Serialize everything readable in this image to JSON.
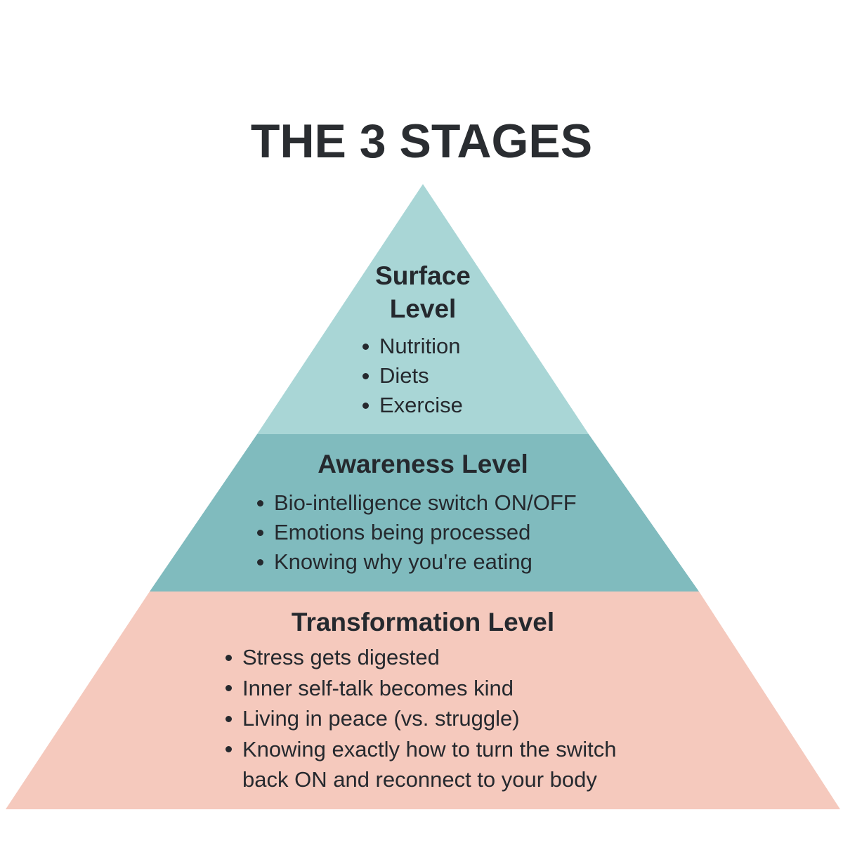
{
  "title": "THE 3 STAGES",
  "colors": {
    "surface": "#a9d6d6",
    "awareness": "#80bbbe",
    "transformation": "#f5c9bd",
    "text": "#25292e"
  },
  "levels": [
    {
      "title_line1": "Surface",
      "title_line2": "Level",
      "items": [
        "Nutrition",
        "Diets",
        "Exercise"
      ]
    },
    {
      "title": "Awareness Level",
      "items": [
        "Bio-intelligence switch ON/OFF",
        "Emotions being processed",
        "Knowing why you're eating"
      ]
    },
    {
      "title": "Transformation Level",
      "items": [
        "Stress gets digested",
        "Inner self-talk becomes kind",
        "Living in peace (vs. struggle)",
        "Knowing exactly how to turn the switch",
        "back ON and reconnect to your body"
      ]
    }
  ]
}
